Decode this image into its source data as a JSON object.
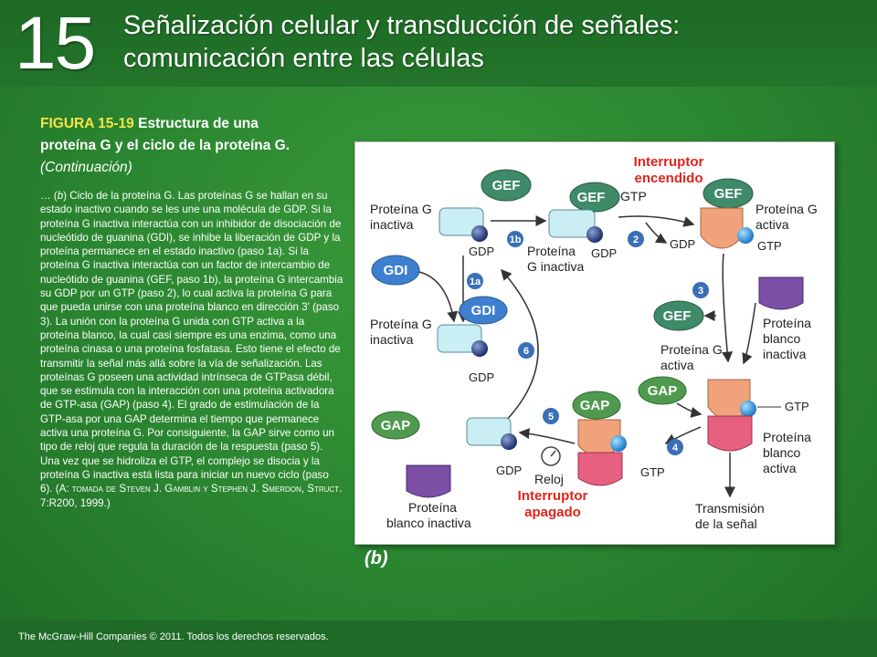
{
  "header": {
    "chapter_number": "15",
    "title_line1": "Señalización celular y transducción de señales:",
    "title_line2": "comunicación entre las células"
  },
  "caption": {
    "figure_label": "FIGURA 15-19",
    "figure_title_a": "Estructura de una",
    "figure_title_b": "proteína G y el ciclo de la proteína G.",
    "continuation": "(Continuación)",
    "body_prefix": "… (",
    "body_b": "b",
    "body_text": ") Ciclo de la proteína G. Las proteínas G se hallan en su estado inactivo cuando se les une una molécula de GDP. Si la proteína G inactiva interactúa con un inhibidor de disociación de nucleótido de guanina (GDI), se inhibe la liberación de GDP y la proteína permanece en el estado inactivo (paso 1a). Si la proteína G inactiva interactúa con un factor de intercambio de nucleótido de guanina (GEF, paso 1b), la proteína G intercambia su GDP por un GTP (paso 2), lo cual activa la proteína G para que pueda unirse con una proteína blanco en dirección 3' (paso 3). La unión con la proteína G unida con GTP activa a la proteína blanco, la cual casi siempre es una enzima, como una proteína cinasa o una proteína fosfatasa. Esto tiene el efecto de transmitir la señal más allá sobre la vía de señalización. Las proteínas G poseen una actividad intrínseca de GTPasa débil, que se estimula con la interacción con una proteína activadora de GTP-asa (GAP) (paso 4). El grado de estimulación de la GTP-asa por una GAP determina el tiempo que permanece activa una proteína G. Por consiguiente, la GAP sirve como un tipo de reloj que regula la duración de la respuesta (paso 5). Una vez que se hidroliza el GTP, el complejo se disocia y la proteína G inactiva está lista para iniciar un nuevo ciclo (paso 6). (",
    "source_text": "A: tomada de Steven J. Gamblin y Stephen J. Smerdon, Struct.",
    "source_tail": " 7:R200, 1999.)"
  },
  "figure": {
    "panel_label": "(b)",
    "switch_on_line1": "Interruptor",
    "switch_on_line2": "encendido",
    "switch_off_line1": "Interruptor",
    "switch_off_line2": "apagado",
    "molecules": {
      "gef": "GEF",
      "gdi": "GDI",
      "gap": "GAP"
    },
    "labels": {
      "g_inactive_1_a": "Proteína G",
      "g_inactive_1_b": "inactiva",
      "gdp": "GDP",
      "gtp": "GTP",
      "g_inactive_2_a": "Proteína",
      "g_inactive_2_b": "G inactiva",
      "g_active_a": "Proteína G",
      "g_active_b": "activa",
      "target_inactive_a": "Proteína",
      "target_inactive_b": "blanco",
      "target_inactive_c": "inactiva",
      "target_active_a": "Proteína",
      "target_active_b": "blanco",
      "target_active_c": "activa",
      "target_inactive_bottom_a": "Proteína",
      "target_inactive_bottom_b": "blanco inactiva",
      "clock": "Reloj",
      "transmission_a": "Transmisión",
      "transmission_b": "de la señal"
    },
    "steps": [
      "1a",
      "1b",
      "2",
      "3",
      "4",
      "5",
      "6"
    ]
  },
  "colors": {
    "gef": "#3f8a68",
    "gdi": "#3f7fd0",
    "gap": "#4f9a4f",
    "g_protein": "#c9eef4",
    "target_inactive": "#7b4fa6",
    "target_active": "#e8607f",
    "switch_text": "#e2231a",
    "step_circle": "#3a6fb7",
    "caption_label": "#f7e44a"
  },
  "footer": {
    "copyright": "The McGraw-Hill Companies © 2011. Todos los derechos reservados."
  }
}
